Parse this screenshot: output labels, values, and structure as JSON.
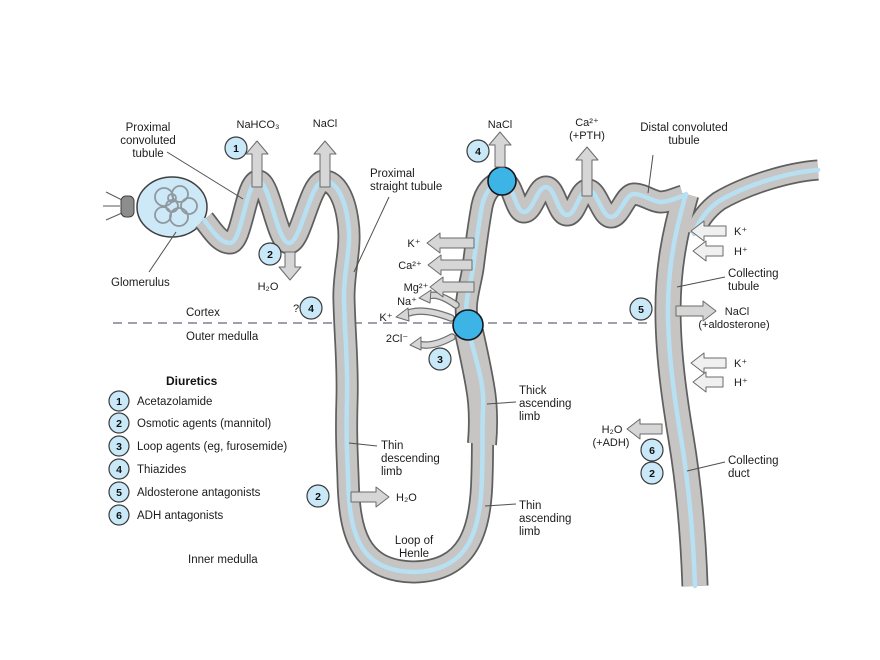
{
  "figure": "Nephron with sites of diuretic action",
  "regions": {
    "cortex": "Cortex",
    "outer_medulla": "Outer medulla",
    "inner_medulla": "Inner medulla"
  },
  "anatomy": {
    "glomerulus": "Glomerulus",
    "proximal_convoluted_tubule": [
      "Proximal",
      "convoluted",
      "tubule"
    ],
    "proximal_straight_tubule": [
      "Proximal",
      "straight tubule"
    ],
    "distal_convoluted_tubule": [
      "Distal convoluted",
      "tubule"
    ],
    "thick_ascending_limb": [
      "Thick",
      "ascending",
      "limb"
    ],
    "thin_descending_limb": [
      "Thin",
      "descending",
      "limb"
    ],
    "thin_ascending_limb": [
      "Thin",
      "ascending",
      "limb"
    ],
    "loop_of_henle": [
      "Loop of",
      "Henle"
    ],
    "collecting_tubule": [
      "Collecting",
      "tubule"
    ],
    "collecting_duct": [
      "Collecting",
      "duct"
    ]
  },
  "solutes": {
    "nahco3": "NaHCO₃",
    "nacl_pct": "NaCl",
    "h2o_pct": "H₂O",
    "nacl_dct": "NaCl",
    "ca_pth_1": "Ca²⁺",
    "ca_pth_2": "(+PTH)",
    "k_tal": "K⁺",
    "ca_tal": "Ca²⁺",
    "mg_tal": "Mg²⁺",
    "na_nkcc": "Na⁺",
    "k_nkcc": "K⁺",
    "cl_nkcc": "2Cl⁻",
    "h2o_tdl": "H₂O",
    "nacl_ct_1": "NaCl",
    "nacl_ct_2": "(+aldosterone)",
    "k_ct_upper": "K⁺",
    "h_ct_upper": "H⁺",
    "k_ct_lower": "K⁺",
    "h_ct_lower": "H⁺",
    "h2o_cd_1": "H₂O",
    "h2o_cd_2": "(+ADH)"
  },
  "site_markers": {
    "s1": "1",
    "s2": "2",
    "s3": "3",
    "s4": "4",
    "s5": "5",
    "s6": "6",
    "uncertain": "?"
  },
  "legend": {
    "heading": "Diuretics",
    "items": [
      {
        "num": "1",
        "label": "Acetazolamide"
      },
      {
        "num": "2",
        "label": "Osmotic agents (mannitol)"
      },
      {
        "num": "3",
        "label": "Loop agents (eg, furosemide)"
      },
      {
        "num": "4",
        "label": "Thiazides"
      },
      {
        "num": "5",
        "label": "Aldosterone antagonists"
      },
      {
        "num": "6",
        "label": "ADH antagonists"
      }
    ]
  },
  "colors": {
    "tubule_fill": "#c6c5c3",
    "tubule_outline": "#5f5f5f",
    "lumen": "#b8e0f3",
    "capsule_fill": "#cde9f7",
    "transport_site": "#3cb4e5",
    "marker_fill": "#c9e8f8",
    "arrow_fill": "#d6d6d6",
    "boundary_line": "#80808f"
  }
}
